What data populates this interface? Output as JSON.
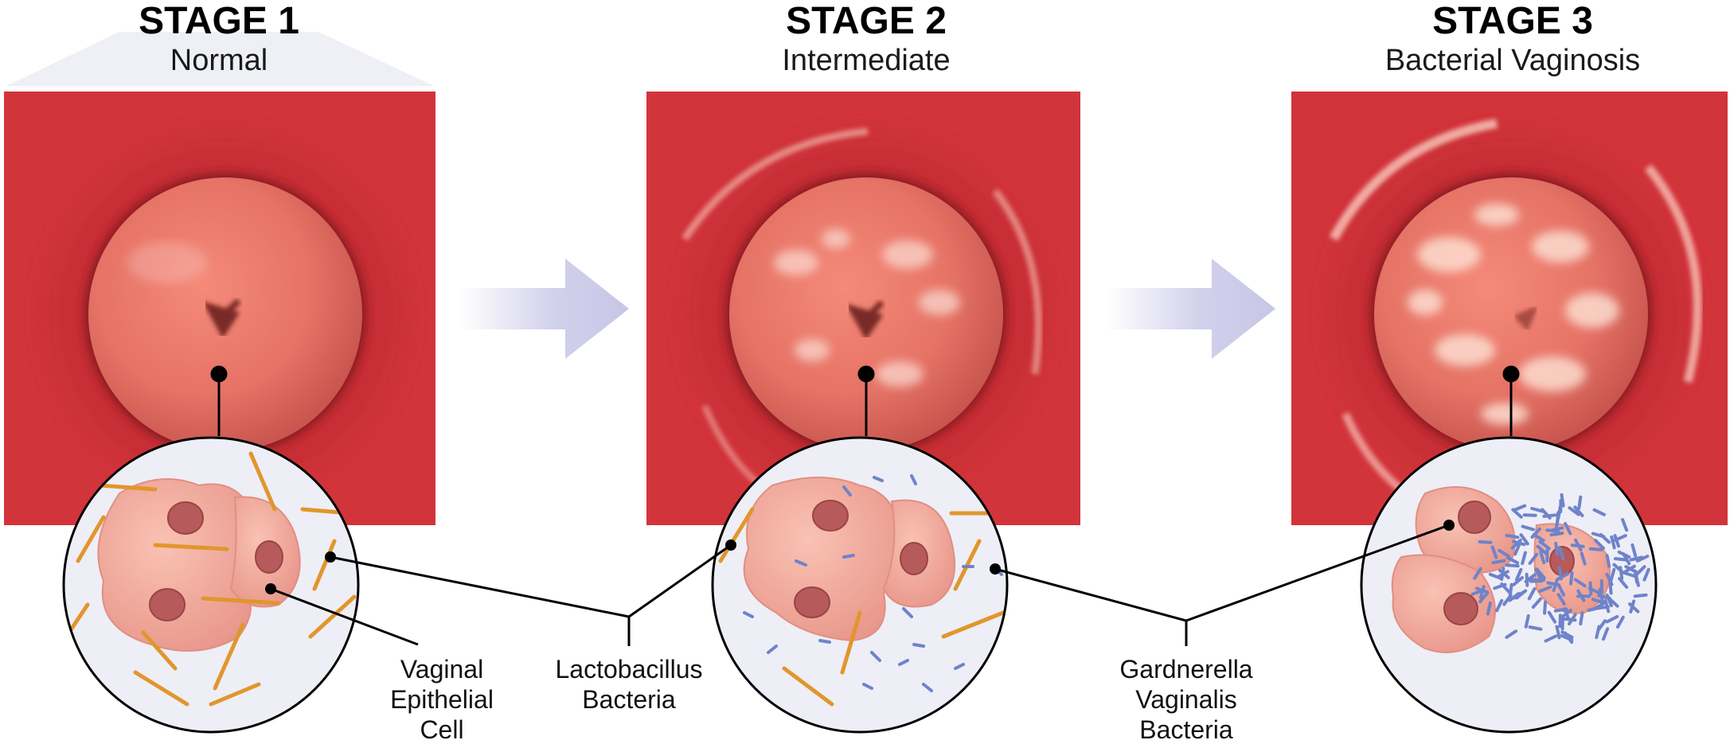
{
  "stages": [
    {
      "title": "STAGE 1",
      "subtitle": "Normal"
    },
    {
      "title": "STAGE 2",
      "subtitle": "Intermediate"
    },
    {
      "title": "STAGE 3",
      "subtitle": "Bacterial Vaginosis"
    }
  ],
  "labels": {
    "epithelial": [
      "Vaginal",
      "Epithelial",
      "Cell"
    ],
    "lactobacillus": [
      "Lactobacillus",
      "Bacteria"
    ],
    "gardnerella": [
      "Gardnerella",
      "Vaginalis",
      "Bacteria"
    ]
  },
  "colors": {
    "tissue": "#d2343b",
    "cervix": "#e9776a",
    "cell": "#f2a99a",
    "nucleus": "#b75a5b",
    "lactobacillus": "#e1962c",
    "gardnerella": "#6f83c9",
    "arrow": "#cdcce9",
    "zoom_bg": "#eeeef7"
  }
}
